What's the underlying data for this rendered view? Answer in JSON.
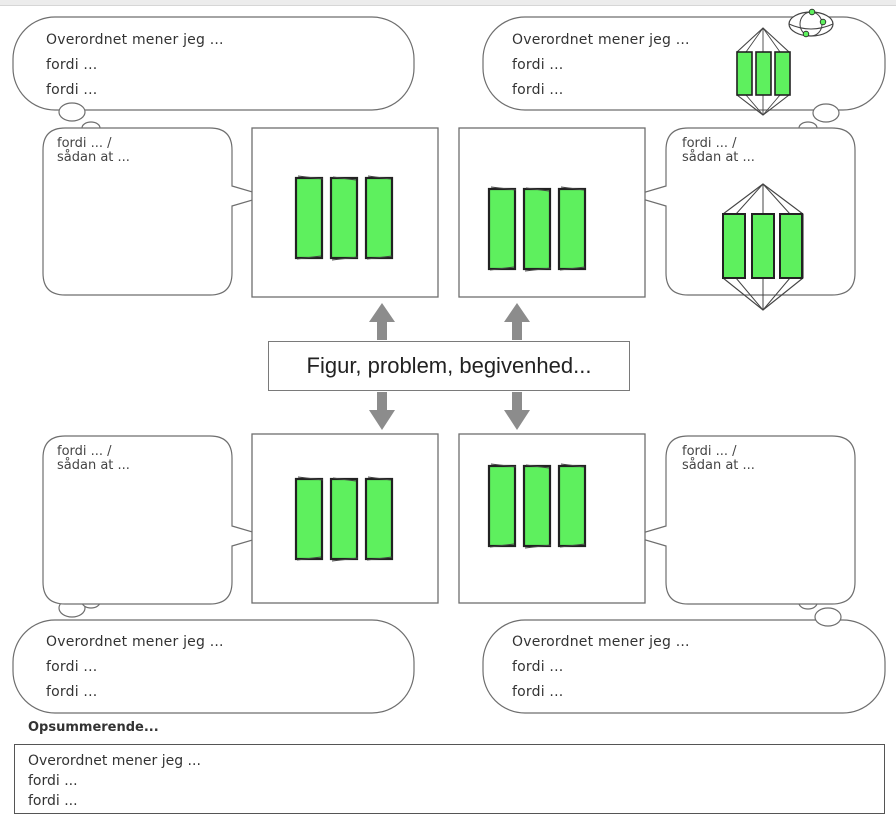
{
  "center": {
    "label": "Figur, problem, begivenhed..."
  },
  "clouds": {
    "top_left": {
      "line1": "Overordnet mener jeg ...",
      "line2": "fordi ...",
      "line3": "fordi ..."
    },
    "top_right": {
      "line1": "Overordnet mener jeg ...",
      "line2": "fordi ...",
      "line3": "fordi ..."
    },
    "bottom_left": {
      "line1": "Overordnet mener jeg ...",
      "line2": "fordi ...",
      "line3": "fordi ..."
    },
    "bottom_right": {
      "line1": "Overordnet mener jeg ...",
      "line2": "fordi ...",
      "line3": "fordi ..."
    }
  },
  "bubbles": {
    "top_left": {
      "line1": "fordi ... /",
      "line2": "sådan at ..."
    },
    "top_right": {
      "line1": "fordi ... /",
      "line2": "sådan at ..."
    },
    "bottom_left": {
      "line1": "fordi ... /",
      "line2": "sådan at ..."
    },
    "bottom_right": {
      "line1": "fordi ... /",
      "line2": "sådan at ..."
    }
  },
  "summary": {
    "heading": "Opsummerende...",
    "line1": "Overordnet mener jeg ...",
    "line2": "fordi ...",
    "line3": "fordi ..."
  },
  "colors": {
    "bar_fill": "#5ef05e",
    "bar_stroke": "#222222",
    "arrow": "#8c8c8c",
    "outline": "#6e6e6e"
  },
  "icons": [
    "bar-group-icon",
    "prism-icon",
    "gyroscope-icon",
    "arrow-up-icon",
    "arrow-down-icon"
  ]
}
